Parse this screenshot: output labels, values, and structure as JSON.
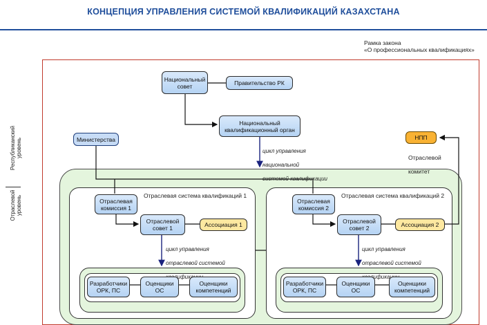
{
  "title": "КОНЦЕПЦИЯ УПРАВЛЕНИЯ СИСТЕМОЙ КВАЛИФИКАЦИЙ КАЗАХСТАНА",
  "frame": {
    "line1": "Рамка закона",
    "line2": "«О профессиональных  квалификациях»"
  },
  "levels": {
    "republican_line1": "Республиканский",
    "republican_line2": "уровень",
    "sectoral_line1": "Отраслевой",
    "sectoral_line2": "уровень"
  },
  "national": {
    "council_line1": "Национальный",
    "council_line2": "совет",
    "government": "Правительство РК",
    "body_line1": "Национальный",
    "body_line2": "квалификационный  орган",
    "ministries": "Министерства",
    "cycle_line1": "цикл управления",
    "cycle_line2": "национальной",
    "cycle_line3": "системой квалификации"
  },
  "npp": {
    "label": "НПП",
    "committee_line1": "Отраслевой",
    "committee_line2": "комитет"
  },
  "sectors": [
    {
      "title": "Отраслевая система квалификаций  1",
      "commission_line1": "Отраслевая",
      "commission_line2": "комиссия 1",
      "council_line1": "Отраслевой",
      "council_line2": "совет 1",
      "association": "Ассоциация  1",
      "cycle_line1": "цикл управления",
      "cycle_line2": "отраслевой системой",
      "cycle_line3": "квалификации",
      "dev_line1": "Разработчики",
      "dev_line2": "ОРК, ПС",
      "assess_line1": "Оценщики",
      "assess_line2": "ОС",
      "comp_line1": "Оценщики",
      "comp_line2": "компетенций"
    },
    {
      "title": "Отраслевая система квалификаций  2",
      "commission_line1": "Отраслевая",
      "commission_line2": "комиссия 2",
      "council_line1": "Отраслевой",
      "council_line2": "совет 2",
      "association": "Ассоциация  2",
      "cycle_line1": "цикл управления",
      "cycle_line2": "отраслевой системой",
      "cycle_line3": "квалификации",
      "dev_line1": "Разработчики",
      "dev_line2": "ОРК, ПС",
      "assess_line1": "Оценщики",
      "assess_line2": "ОС",
      "comp_line1": "Оценщики",
      "comp_line2": "компетенций"
    }
  ]
}
